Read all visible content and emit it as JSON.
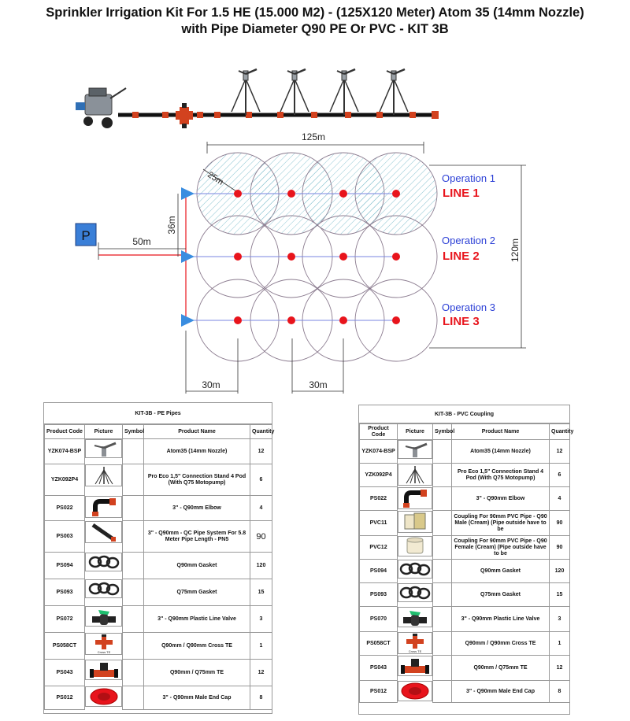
{
  "title_line1": "Sprinkler Irrigation Kit For 1.5 HE (15.000 M2) - (125X120 Meter) Atom 35 (14mm Nozzle)",
  "title_line2": "with Pipe Diameter Q90 PE Or PVC - KIT 3B",
  "diagram": {
    "pump_label": "P",
    "dim_top": "125m",
    "dim_right": "120m",
    "dim_radius": "25m",
    "dim_pump_dist": "50m",
    "dim_line_spacing": "36m",
    "dim_bottom_left": "30m",
    "dim_bottom_mid": "30m",
    "operations": [
      {
        "op": "Operation 1",
        "line": "LINE 1"
      },
      {
        "op": "Operation 2",
        "line": "LINE 2"
      },
      {
        "op": "Operation 3",
        "line": "LINE 3"
      }
    ],
    "colors": {
      "sprinkler": "#e8141c",
      "operation": "#2b3fd6",
      "line": "#e8141c",
      "valve": "#3a8de0",
      "pump_box": "#3a7fd8"
    }
  },
  "table_pe": {
    "title": "KIT-3B - PE Pipes",
    "headers": [
      "Product Code",
      "Picture",
      "Symbol",
      "Product Name",
      "Quantity"
    ],
    "rows": [
      {
        "code": "YZK074-BSP",
        "icon": "sprinkler-gun-icon",
        "name": "Atom35 (14mm Nozzle)",
        "qty": "12"
      },
      {
        "code": "YZK092P4",
        "icon": "tripod-stand-icon",
        "name": "Pro Eco 1,5\" Connection Stand 4 Pod (With Q75 Motopump)",
        "qty": "6"
      },
      {
        "code": "PS022",
        "icon": "elbow-icon",
        "name": "3\" - Q90mm Elbow",
        "qty": "4"
      },
      {
        "code": "PS003",
        "icon": "pipe-icon",
        "name": "3\" - Q90mm - QC Pipe System For 5.8 Meter Pipe Length - PN5",
        "qty": "90"
      },
      {
        "code": "PS094",
        "icon": "gasket-icon",
        "name": "Q90mm Gasket",
        "qty": "120"
      },
      {
        "code": "PS093",
        "icon": "gasket-icon",
        "name": "Q75mm Gasket",
        "qty": "15"
      },
      {
        "code": "PS072",
        "icon": "valve-icon",
        "name": "3\" - Q90mm Plastic Line Valve",
        "qty": "3"
      },
      {
        "code": "PS058CT",
        "icon": "cross-te-icon",
        "name": "Q90mm / Q90mm Cross TE",
        "qty": "1"
      },
      {
        "code": "PS043",
        "icon": "te-icon",
        "name": "Q90mm / Q75mm TE",
        "qty": "12"
      },
      {
        "code": "PS012",
        "icon": "end-cap-icon",
        "name": "3\" - Q90mm Male End Cap",
        "qty": "8"
      }
    ],
    "cross_te_caption": "Cross TE"
  },
  "table_pvc": {
    "title": "KIT-3B - PVC Coupling",
    "headers": [
      "Product Code",
      "Picture",
      "Symbol",
      "Product Name",
      "Quantity"
    ],
    "rows": [
      {
        "code": "YZK074-BSP",
        "icon": "sprinkler-gun-icon",
        "name": "Atom35 (14mm Nozzle)",
        "qty": "12"
      },
      {
        "code": "YZK092P4",
        "icon": "tripod-stand-icon",
        "name": "Pro Eco 1,5\" Connection Stand 4 Pod (With Q75 Motopump)",
        "qty": "6"
      },
      {
        "code": "PS022",
        "icon": "elbow-icon",
        "name": "3\" - Q90mm Elbow",
        "qty": "4"
      },
      {
        "code": "PVC11",
        "icon": "coupling-male-icon",
        "name": "Coupling For 90mm PVC Pipe - Q90 Male (Cream) (Pipe outside have to be",
        "qty": "90"
      },
      {
        "code": "PVC12",
        "icon": "coupling-female-icon",
        "name": "Coupling For 90mm PVC Pipe - Q90 Female (Cream) (Pipe outside have to be",
        "qty": "90"
      },
      {
        "code": "PS094",
        "icon": "gasket-icon",
        "name": "Q90mm Gasket",
        "qty": "120"
      },
      {
        "code": "PS093",
        "icon": "gasket-icon",
        "name": "Q75mm Gasket",
        "qty": "15"
      },
      {
        "code": "PS070",
        "icon": "valve-icon",
        "name": "3\" - Q90mm Plastic Line Valve",
        "qty": "3"
      },
      {
        "code": "PS058CT",
        "icon": "cross-te-icon",
        "name": "Q90mm / Q90mm Cross TE",
        "qty": "1"
      },
      {
        "code": "PS043",
        "icon": "te-icon",
        "name": "Q90mm / Q75mm TE",
        "qty": "12"
      },
      {
        "code": "PS012",
        "icon": "end-cap-icon",
        "name": "3\" - Q90mm Male End Cap",
        "qty": "8"
      }
    ],
    "cross_te_caption": "Cross TE"
  }
}
